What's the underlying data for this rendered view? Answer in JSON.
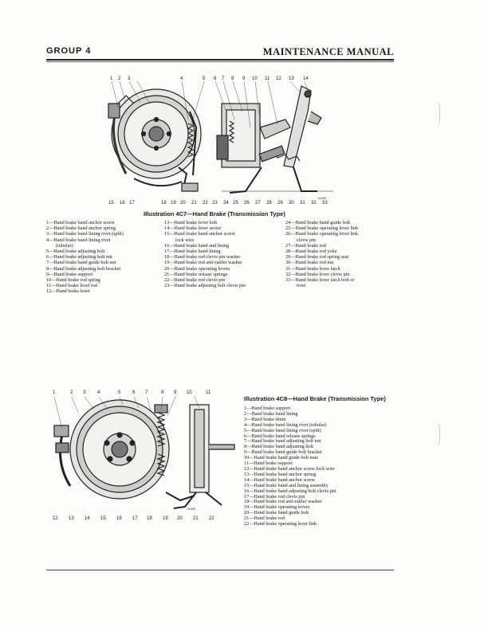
{
  "header": {
    "group": "GROUP 4",
    "title": "MAINTENANCE MANUAL"
  },
  "figure1": {
    "caption": "Illustration 4C7—Hand Brake (Transmission Type)",
    "top_callouts": [
      "1",
      "2",
      "3",
      "4",
      "5",
      "6",
      "7",
      "8",
      "9",
      "10",
      "11",
      "12",
      "13",
      "14"
    ],
    "bottom_callouts": [
      "15",
      "16",
      "17",
      "18",
      "19",
      "20",
      "21",
      "22",
      "23",
      "24",
      "25",
      "26",
      "27",
      "28",
      "29",
      "30",
      "31",
      "32",
      "33"
    ],
    "legend_col1": [
      "1—Hand brake band anchor screw",
      "2—Hand brake band anchor spring",
      "3—Hand brake band lining rivet (split)",
      "4—Hand brake band lining rivet",
      "(tubular)",
      "5—Hand brake adjusting bolt",
      "6—Hand brake adjusting bolt nut",
      "7—Hand brake band guide bolt nut",
      "8—Hand brake adjusting bolt bracket",
      "9—Hand brake support",
      "10—Hand brake rod spring",
      "11—Hand brake level rod",
      "12—Hand brake lever"
    ],
    "legend_col2": [
      "13—Hand brake lever bolt",
      "14—Hand brake lever sector",
      "15—Hand brake band anchor screw",
      "lock wire",
      "16—Hand brake band and lining",
      "17—Hand brake band lining",
      "18—Hand brake rod clevis pin washer",
      "19—Hand brake rod anti-rattler washer",
      "20—Hand brake operating levers",
      "21—Hand brake release springs",
      "22—Hand brake rod clevis pin",
      "23—Hand brake adjusting bolt clevis pin"
    ],
    "legend_col3": [
      "24—Hand brake band guide bolt",
      "25—Hand brake operating lever link",
      "26—Hand brake operating lever link",
      "clevis pin",
      "27—Hand brake rod",
      "28—Hand brake rod yoke",
      "29—Hand brake rod spring seat",
      "30—Hand brake rod nut",
      "31—Hand brake lever latch",
      "32—Hand brake lever clevis pin",
      "33—Hand brake lever latch bolt or",
      "rivet"
    ]
  },
  "figure2": {
    "caption": "Illustration 4C8—Hand Brake (Transmission Type)",
    "top_callouts": [
      "1",
      "2",
      "3",
      "4",
      "5",
      "6",
      "7",
      "8",
      "9",
      "10",
      "11"
    ],
    "bottom_callouts": [
      "12",
      "13",
      "14",
      "15",
      "16",
      "17",
      "18",
      "19",
      "20",
      "21",
      "22"
    ],
    "legend": [
      "1—Hand brake support",
      "2—Hand brake band lining",
      "3—Hand brake drum",
      "4—Hand brake band lining rivet (tubular)",
      "5—Hand brake band lining rivet (split)",
      "6—Hand brake band release springs",
      "7—Hand brake band adjusting bolt nut",
      "8—Hand brake band adjusting bolt",
      "9—Hand brake band guide bolt bracket",
      "10—Hand brake band guide bolt nuts",
      "11—Hand brake support",
      "12—Hand brake band anchor screw lock wire",
      "13—Hand brake band anchor spring",
      "14—Hand brake band anchor screw",
      "15—Hand brake band and lining assembly",
      "16—Hand brake band adjusting bolt clevis pin",
      "17—Hand brake rod clevis pin",
      "18—Hand brake rod anti-rattler washer",
      "19—Hand brake operating levers",
      "20—Hand brake band guide bolt",
      "21—Hand brake rod",
      "22—Hand brake operating lever link"
    ]
  }
}
